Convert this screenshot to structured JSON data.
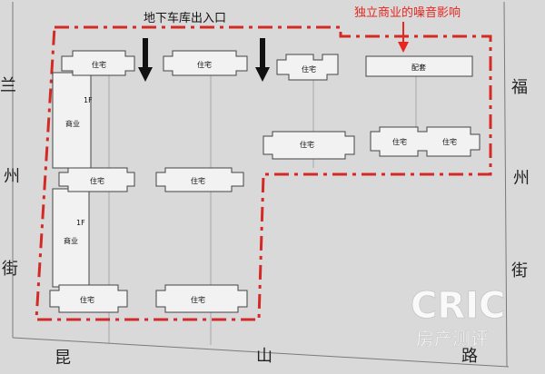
{
  "annotations": {
    "garage_entrance": "地下车库出入口",
    "noise_warning": "独立商业的噪音影响"
  },
  "streets": {
    "left": [
      "兰",
      "州",
      "街"
    ],
    "right": [
      "福",
      "州",
      "街"
    ],
    "bottom": [
      "昆",
      "山",
      "路"
    ]
  },
  "building_labels": {
    "residential": "住宅",
    "commercial": "商业",
    "support": "配套",
    "floor_1f": "1F"
  },
  "watermark": {
    "logo": "CRIC",
    "subtitle": "房产测评"
  },
  "colors": {
    "boundary": "#d42a26",
    "callout_red": "#e8261f",
    "arrow": "#111111",
    "building_fill": "#f2f2f2",
    "building_stroke": "#444444",
    "road_line": "#7a7a7a",
    "background": "#d9d9d9"
  }
}
